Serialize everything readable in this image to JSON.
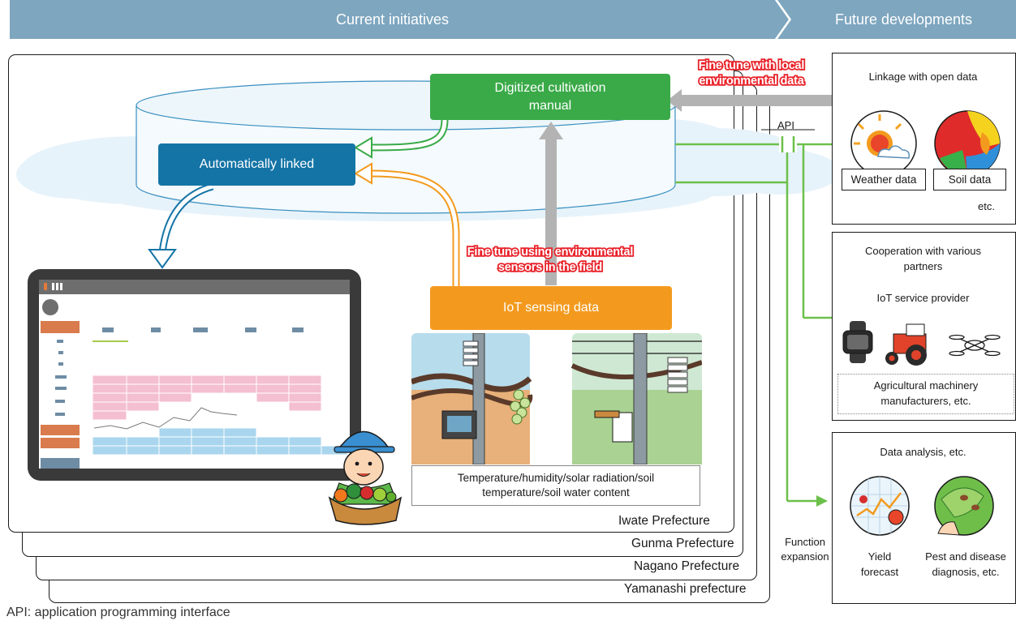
{
  "banner": {
    "current": "Current initiatives",
    "future": "Future developments"
  },
  "prefectures": [
    "Iwate Prefecture",
    "Gunma Prefecture",
    "Nagano Prefecture",
    "Yamanashi prefecture"
  ],
  "flow": {
    "manual": "Digitized cultivation manual",
    "linked": "Automatically linked",
    "iot": "IoT sensing data",
    "fine_tune_local": "Fine tune with local environmental data",
    "fine_tune_sensors": "Fine tune using environmental sensors in the field",
    "api": "API",
    "function_expansion": "Function expansion"
  },
  "sensor_caption": "Temperature/humidity/solar radiation/soil temperature/soil water content",
  "panels": {
    "open_data": {
      "title": "Linkage with open data",
      "weather": "Weather data",
      "soil": "Soil data",
      "etc": "etc."
    },
    "partners": {
      "title": "Cooperation with various partners",
      "iot_provider": "IoT service provider",
      "machinery": "Agricultural machinery manufacturers, etc."
    },
    "analysis": {
      "title": "Data analysis, etc.",
      "yield": "Yield forecast",
      "pest": "Pest and disease diagnosis, etc."
    }
  },
  "footnote": "API: application programming interface",
  "colors": {
    "banner": "#7ea6bf",
    "green_box": "#3aaa48",
    "blue_box": "#1474a6",
    "orange_box": "#f39a1e",
    "red_label": "#e8232a",
    "gray_arrow": "#b3b3b3",
    "green_line": "#6cc04a",
    "cloud_fill": "#e7f3fa"
  }
}
